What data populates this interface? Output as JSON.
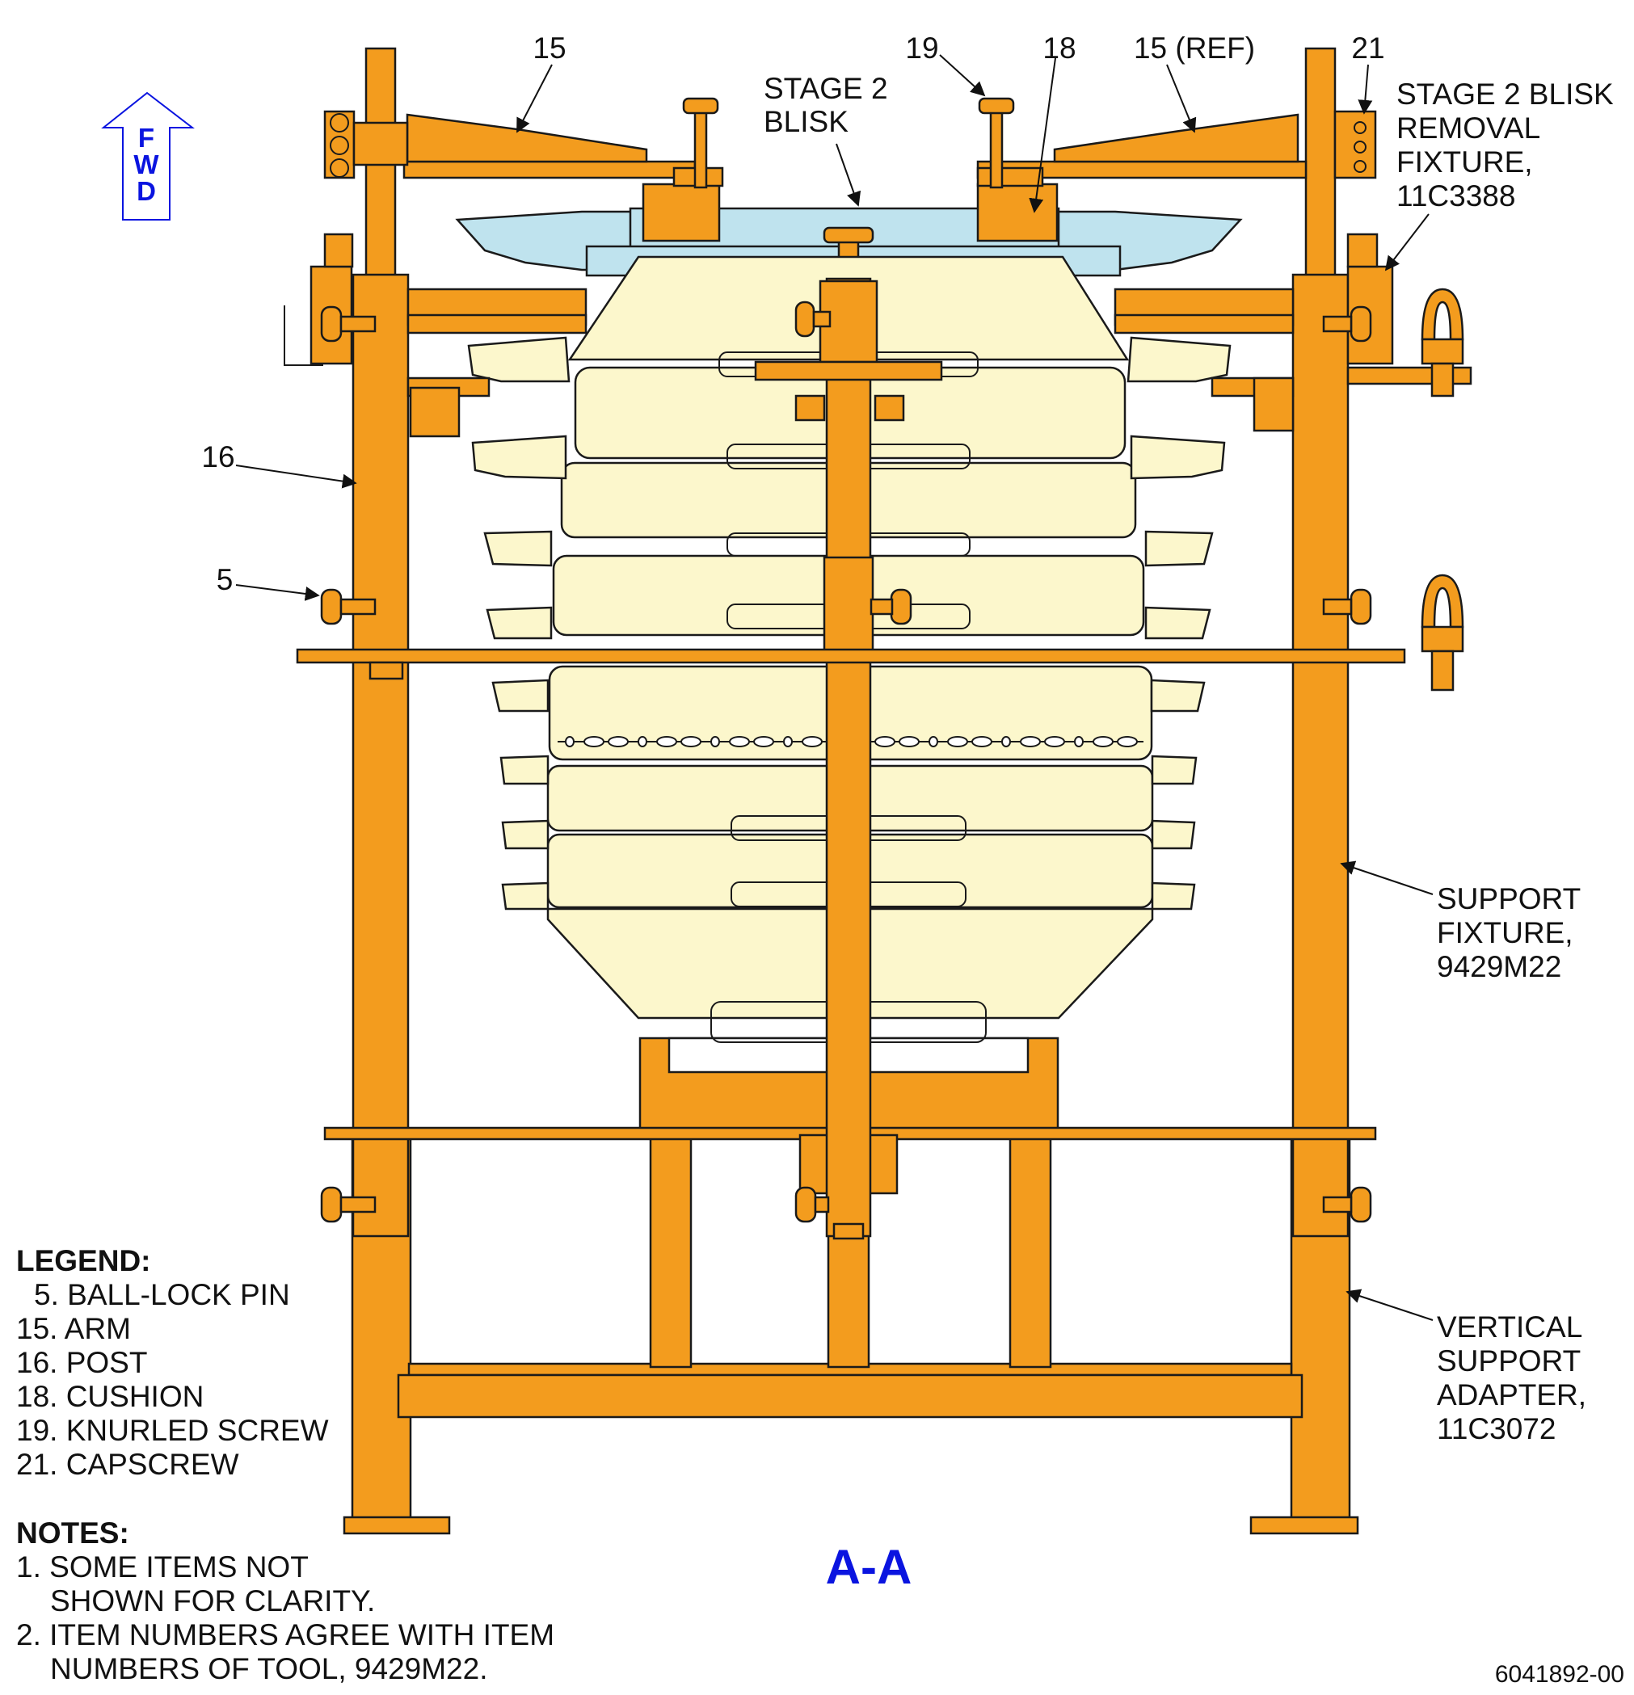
{
  "colors": {
    "fixture": "#f39c1e",
    "part": "#fcf7cc",
    "blisk": "#bfe3ee",
    "outline": "#1a1a1a",
    "accent": "#0a14e0"
  },
  "fwd_indicator": {
    "letters": [
      "F",
      "W",
      "D"
    ],
    "icon": "up-arrow-icon"
  },
  "callouts": {
    "c15": "15",
    "c19": "19",
    "c18": "18",
    "c15_ref": "15 (REF)",
    "c21": "21",
    "c16": "16",
    "c5": "5"
  },
  "assembly_labels": {
    "stage2_blisk": [
      "STAGE 2",
      "BLISK"
    ],
    "removal_fixture": [
      "STAGE 2 BLISK",
      "REMOVAL",
      "FIXTURE,",
      "11C3388"
    ],
    "support_fixture": [
      "SUPPORT",
      "FIXTURE,",
      "9429M22"
    ],
    "vertical_adapter": [
      "VERTICAL",
      "SUPPORT",
      "ADAPTER,",
      "11C3072"
    ]
  },
  "legend": {
    "title": "LEGEND:",
    "items": [
      "5. BALL-LOCK PIN",
      "15. ARM",
      "16. POST",
      "18. CUSHION",
      "19. KNURLED SCREW",
      "21. CAPSCREW"
    ]
  },
  "notes": {
    "title": "NOTES:",
    "items": [
      [
        "1. SOME ITEMS NOT",
        "SHOWN FOR CLARITY."
      ],
      [
        "2. ITEM NUMBERS AGREE WITH ITEM",
        "NUMBERS OF TOOL, 9429M22."
      ]
    ]
  },
  "section_label": "A-A",
  "document_id": "6041892-00"
}
